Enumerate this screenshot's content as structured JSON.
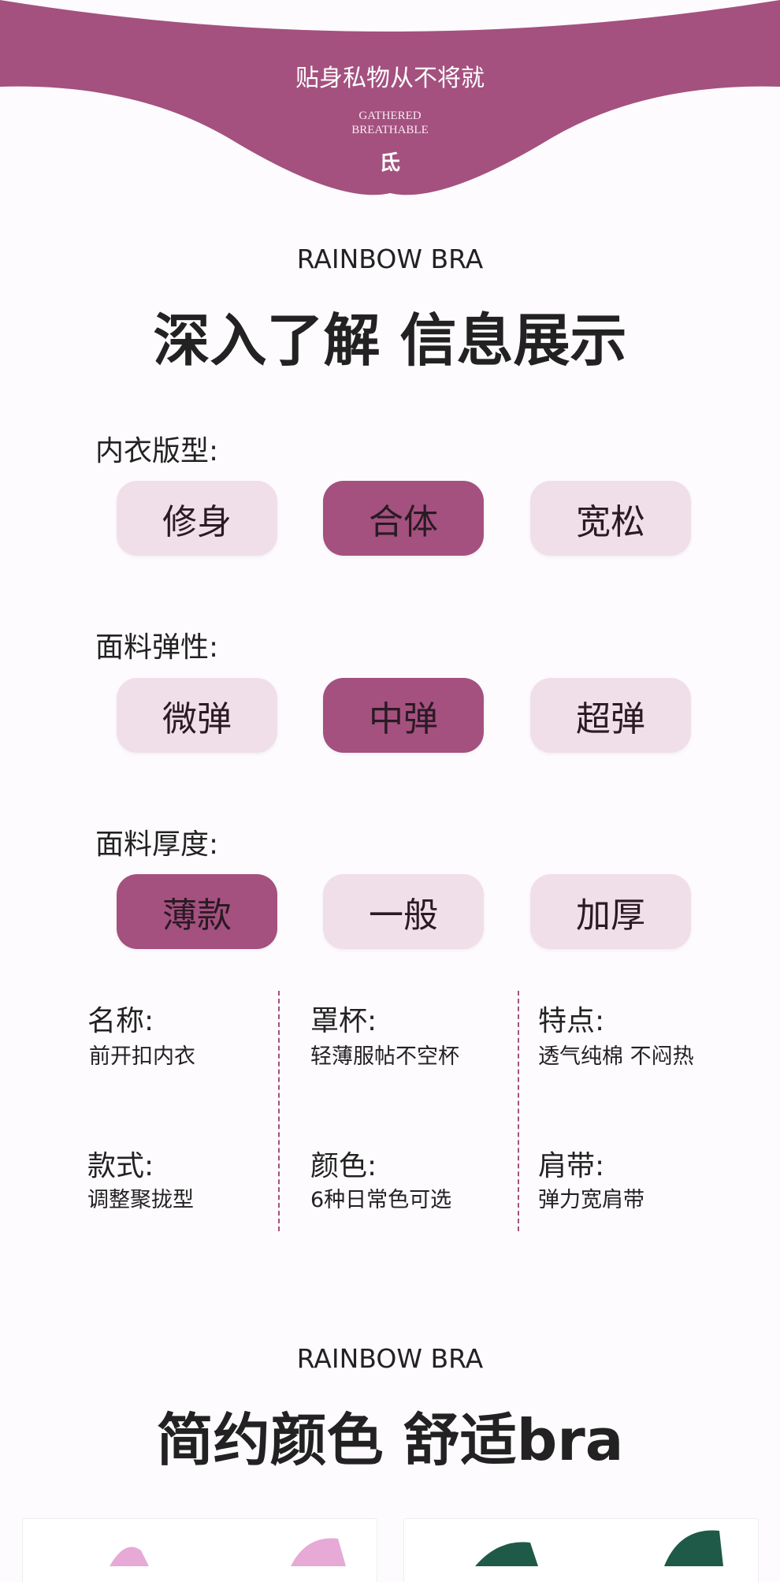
{
  "header": {
    "slogan": "贴身私物从不将就",
    "en_line1": "GATHERED",
    "en_line2": "BREATHABLE",
    "logo_mark": "氐",
    "band_color": "#a4517f"
  },
  "section1": {
    "kicker": "RAINBOW BRA",
    "title": "深入了解 信息展示",
    "groups": [
      {
        "label": "内衣版型:",
        "options": [
          "修身",
          "合体",
          "宽松"
        ],
        "selected": 1
      },
      {
        "label": "面料弹性:",
        "options": [
          "微弹",
          "中弹",
          "超弹"
        ],
        "selected": 1
      },
      {
        "label": "面料厚度:",
        "options": [
          "薄款",
          "一般",
          "加厚"
        ],
        "selected": 0
      }
    ],
    "info": [
      {
        "key": "名称:",
        "value": "前开扣内衣"
      },
      {
        "key": "罩杯:",
        "value": "轻薄服帖不空杯"
      },
      {
        "key": "特点:",
        "value": "透气纯棉 不闷热"
      },
      {
        "key": "款式:",
        "value": "调整聚拢型"
      },
      {
        "key": "颜色:",
        "value": "6种日常色可选"
      },
      {
        "key": "肩带:",
        "value": "弹力宽肩带"
      }
    ]
  },
  "section2": {
    "kicker": "RAINBOW BRA",
    "title": "简约颜色 舒适bra",
    "product_colors": [
      "#e7a9d6",
      "#1e5a47"
    ]
  },
  "colors": {
    "accent": "#a4517f",
    "option_bg": "#f0dfe9"
  }
}
